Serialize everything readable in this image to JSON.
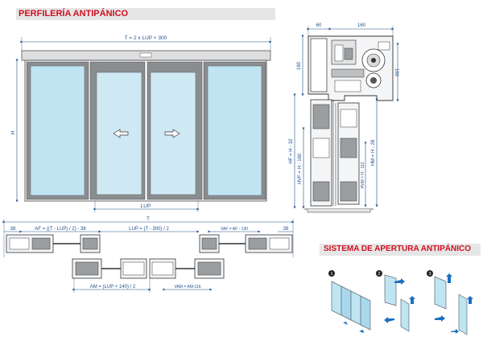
{
  "sections": {
    "perfileria": {
      "title": "PERFILERÍA ANTIPÁNICO"
    },
    "sistema": {
      "title": "SISTEMA DE APERTURA ANTIPÁNICO"
    }
  },
  "front_view": {
    "total_width": "T = 2 x LUP + 300",
    "height": "H",
    "opening": "LUP"
  },
  "side_section": {
    "top_dim_left": "60",
    "top_dim_right": "160",
    "left_dim": "160",
    "right_dim": "160",
    "hf": "HF = H - 32",
    "hvf": "HVF = H - 160",
    "hvm": "HVM = H - 112",
    "hm": "HM = H - 28"
  },
  "plan_view": {
    "total": "T",
    "left_end": "38",
    "right_end": "38",
    "af": "AF = ((T - LUP) / 2) - 38",
    "lup": "LUP = (T - 300) / 2",
    "vaf": "VAF = AF - 130",
    "am": "AM = (LUP + 140) / 2",
    "vam": "VAM = AM-116"
  },
  "steps": [
    "1",
    "2",
    "3"
  ],
  "colors": {
    "title_red": "#d01020",
    "dimension_blue": "#1d4f8c",
    "glass": "#bfe4f2",
    "frame": "#8a8d90",
    "arrow_blue": "#1a6fc0"
  }
}
